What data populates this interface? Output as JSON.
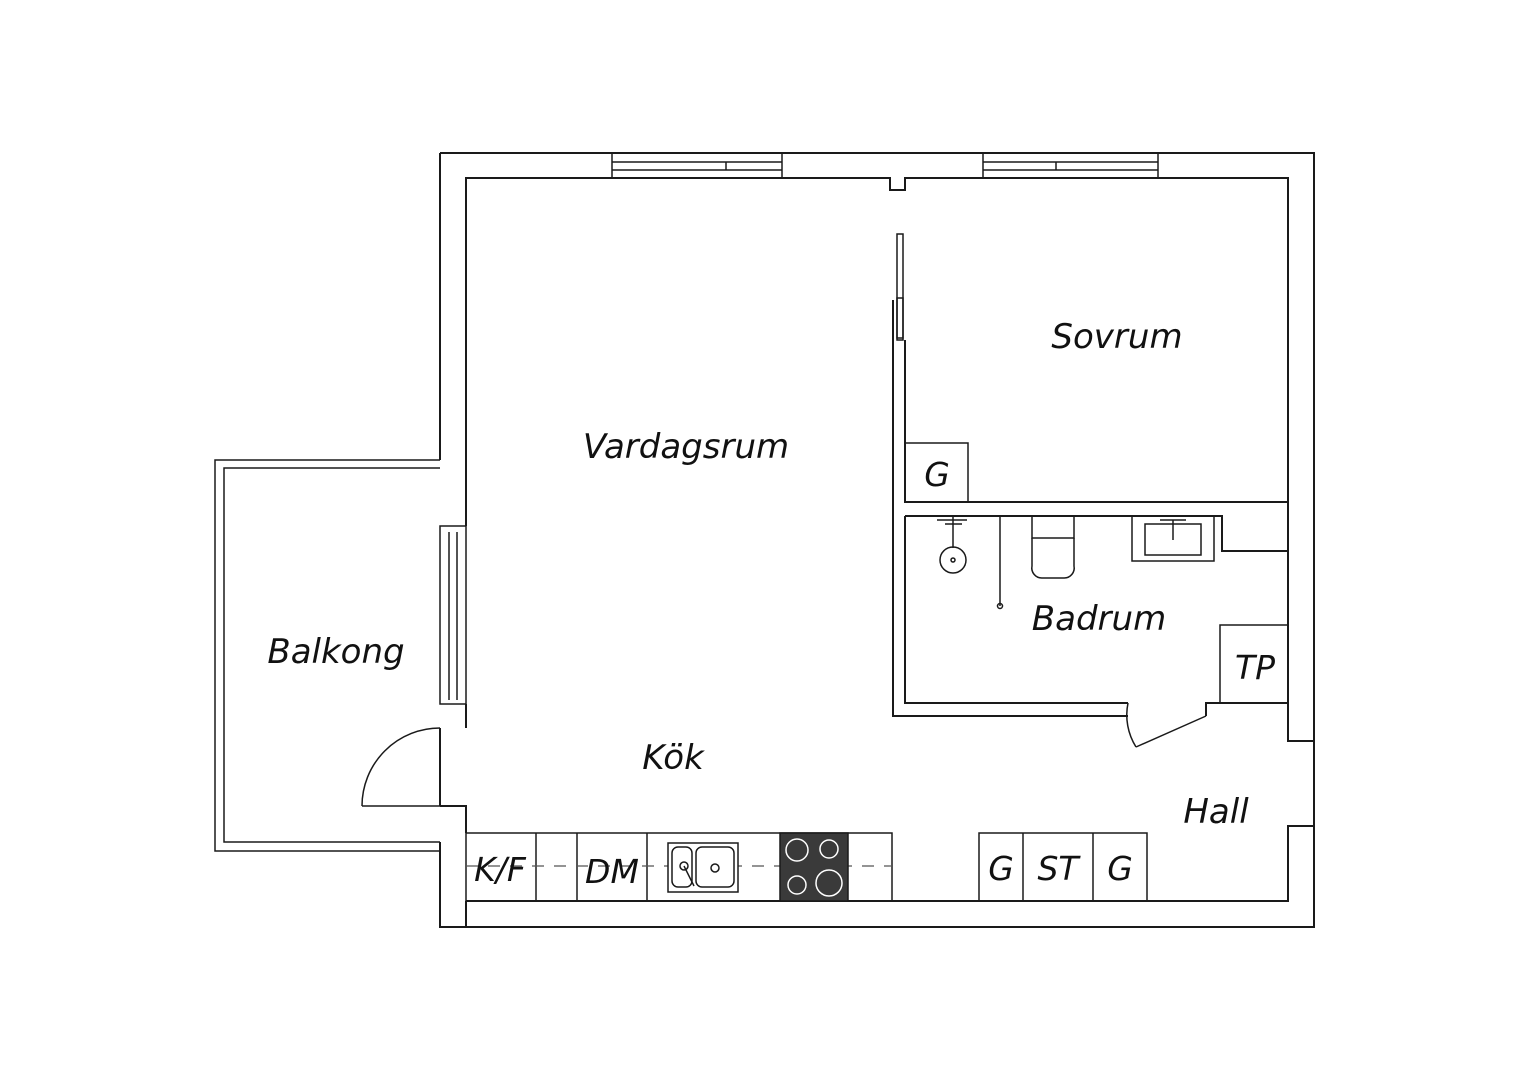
{
  "rooms": {
    "vardagsrum": "Vardagsrum",
    "sovrum": "Sovrum",
    "badrum": "Badrum",
    "balkong": "Balkong",
    "kok": "Kök",
    "hall": "Hall"
  },
  "fixtures": {
    "kf": "K/F",
    "dm": "DM",
    "g_bedroom": "G",
    "tp": "TP",
    "g_hall_left": "G",
    "st": "ST",
    "g_hall_right": "G"
  },
  "colors": {
    "line": "#1a1a1a",
    "stove": "#3a3a3a",
    "background": "#ffffff"
  }
}
